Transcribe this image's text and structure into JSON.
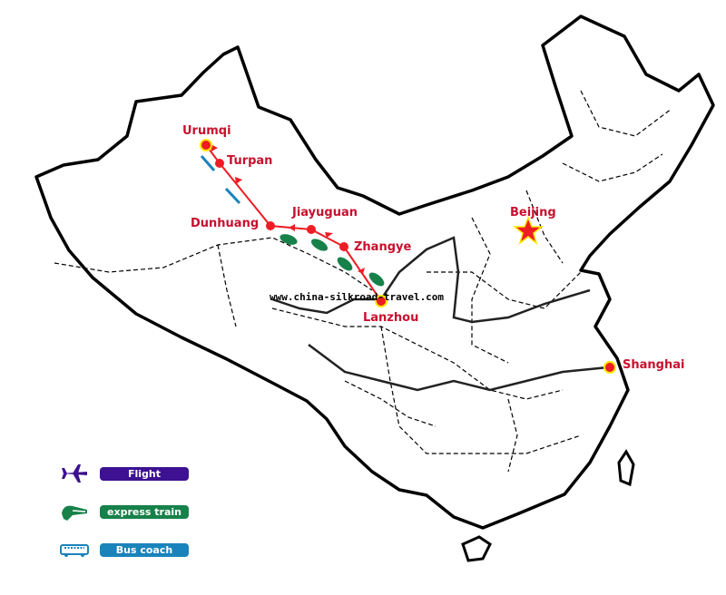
{
  "cities": {
    "urumqi": "Urumqi",
    "turpan": "Turpan",
    "dunhuang": "Dunhuang",
    "jiayuguan": "Jiayuguan",
    "zhangye": "Zhangye",
    "lanzhou": "Lanzhou",
    "beijing": "Beijing",
    "shanghai": "Shanghai"
  },
  "watermark": "www.china-silkroad-travel.com",
  "legend": [
    {
      "label": "Flight",
      "icon": "plane-icon",
      "color": "#3d1191"
    },
    {
      "label": "express train",
      "icon": "train-icon",
      "color": "#17814a"
    },
    {
      "label": "Bus coach",
      "icon": "bus-icon",
      "color": "#1a83bb"
    }
  ],
  "colors": {
    "route": "#ee1c24",
    "city_label": "#c8102e",
    "capital_star": "#ee1c24",
    "city_ring": "#ffe600"
  }
}
